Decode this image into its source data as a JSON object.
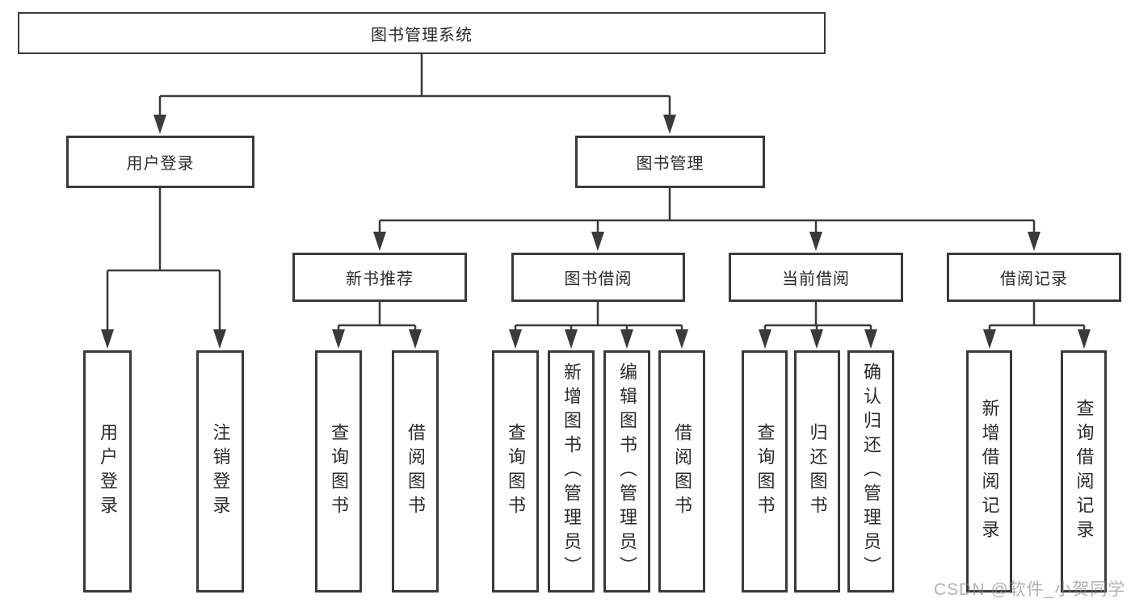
{
  "diagram": {
    "title": "图书管理系统",
    "root": {
      "label": "图书管理系统"
    },
    "branches": [
      {
        "label": "用户登录",
        "children": [
          {
            "label": "用户登录"
          },
          {
            "label": "注销登录"
          }
        ]
      },
      {
        "label": "图书管理",
        "children": [
          {
            "label": "新书推荐",
            "children": [
              {
                "label": "查询图书"
              },
              {
                "label": "借阅图书"
              }
            ]
          },
          {
            "label": "图书借阅",
            "children": [
              {
                "label": "查询图书"
              },
              {
                "label": "新增图书（管理员）"
              },
              {
                "label": "编辑图书（管理员）"
              },
              {
                "label": "借阅图书"
              }
            ]
          },
          {
            "label": "当前借阅",
            "children": [
              {
                "label": "查询图书"
              },
              {
                "label": "归还图书"
              },
              {
                "label": "确认归还（管理员）"
              }
            ]
          },
          {
            "label": "借阅记录",
            "children": [
              {
                "label": "新增借阅记录"
              },
              {
                "label": "查询借阅记录"
              }
            ]
          }
        ]
      }
    ]
  },
  "watermark": "CSDN @软件_小贺同学",
  "colors": {
    "line": "#3a3a3a",
    "text": "#2b2b2b",
    "background": "#ffffff",
    "watermark_gray": "#828282"
  }
}
